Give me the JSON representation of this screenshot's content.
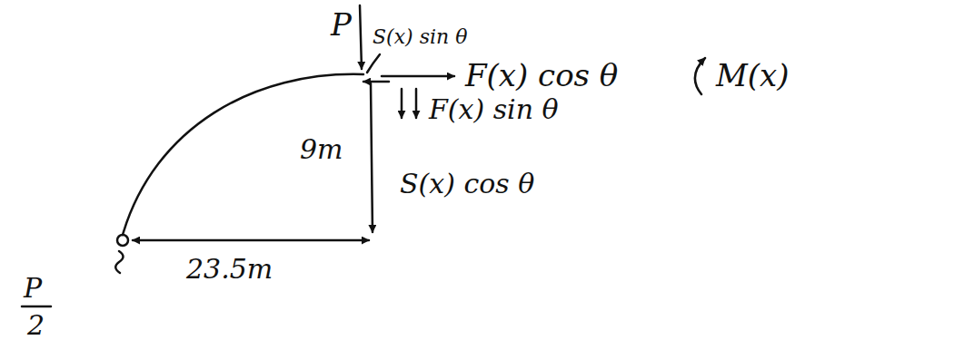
{
  "diagram": {
    "labels": [
      "P",
      "S(x) sin θ",
      "F(x) cos θ",
      "M(x)",
      "F(x) sin θ",
      "9m",
      "S(x) cos θ",
      "23.5m",
      "P",
      "2"
    ]
  }
}
